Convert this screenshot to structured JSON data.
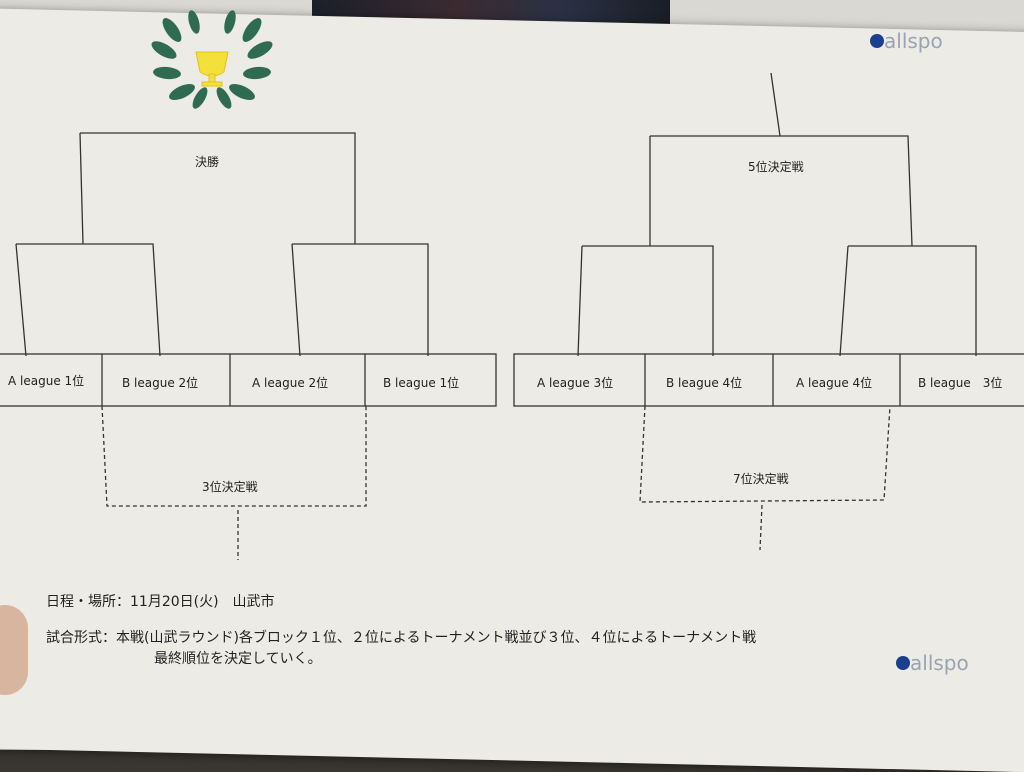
{
  "final": "決勝",
  "fifth_place": "5位決定戦",
  "third_place": "3位決定戦",
  "seventh_place": "7位決定戦",
  "teams_left": [
    "A league 1位",
    "B league 2位",
    "A league 2位",
    "B league 1位"
  ],
  "teams_right": [
    "A league 3位",
    "B league 4位",
    "A league 4位",
    "B league　3位"
  ],
  "logo_top": "allspo",
  "logo_bottom": "allspo",
  "schedule_line": "日程・場所：11月20日(火)　山武市",
  "format_line1": "試合形式：本戦(山武ラウンド)各ブロック１位、２位によるトーナメント戦並び３位、４位によるトーナメント戦",
  "format_line2": "最終順位を決定していく。",
  "colors": {
    "laurel": "#2f6b53",
    "trophy": "#f3e03a",
    "logo": "#1a3f8f"
  }
}
